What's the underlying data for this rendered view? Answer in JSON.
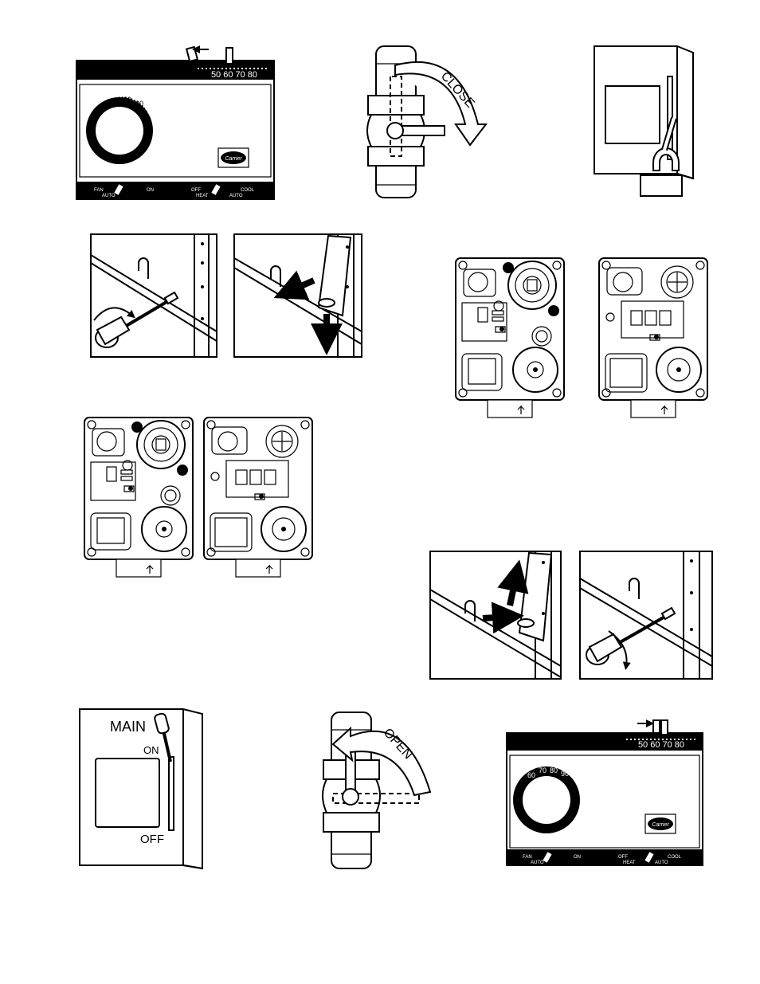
{
  "thermostat": {
    "scale": "50 60 70 80",
    "dial_ticks": [
      "60",
      "70",
      "80",
      "90"
    ],
    "brand": "Carrier",
    "fan_label": "FAN",
    "fan_auto": "AUTO",
    "on_label": "ON",
    "mode_off": "OFF",
    "mode_heat": "HEAT",
    "mode_cool": "COOL",
    "mode_auto": "AUTO"
  },
  "valve_close": {
    "label": "CLOSE"
  },
  "valve_open": {
    "label": "OPEN"
  },
  "switch": {
    "title": "MAIN",
    "on": "ON",
    "off": "OFF"
  },
  "colors": {
    "ink": "#000000",
    "paper": "#ffffff"
  }
}
